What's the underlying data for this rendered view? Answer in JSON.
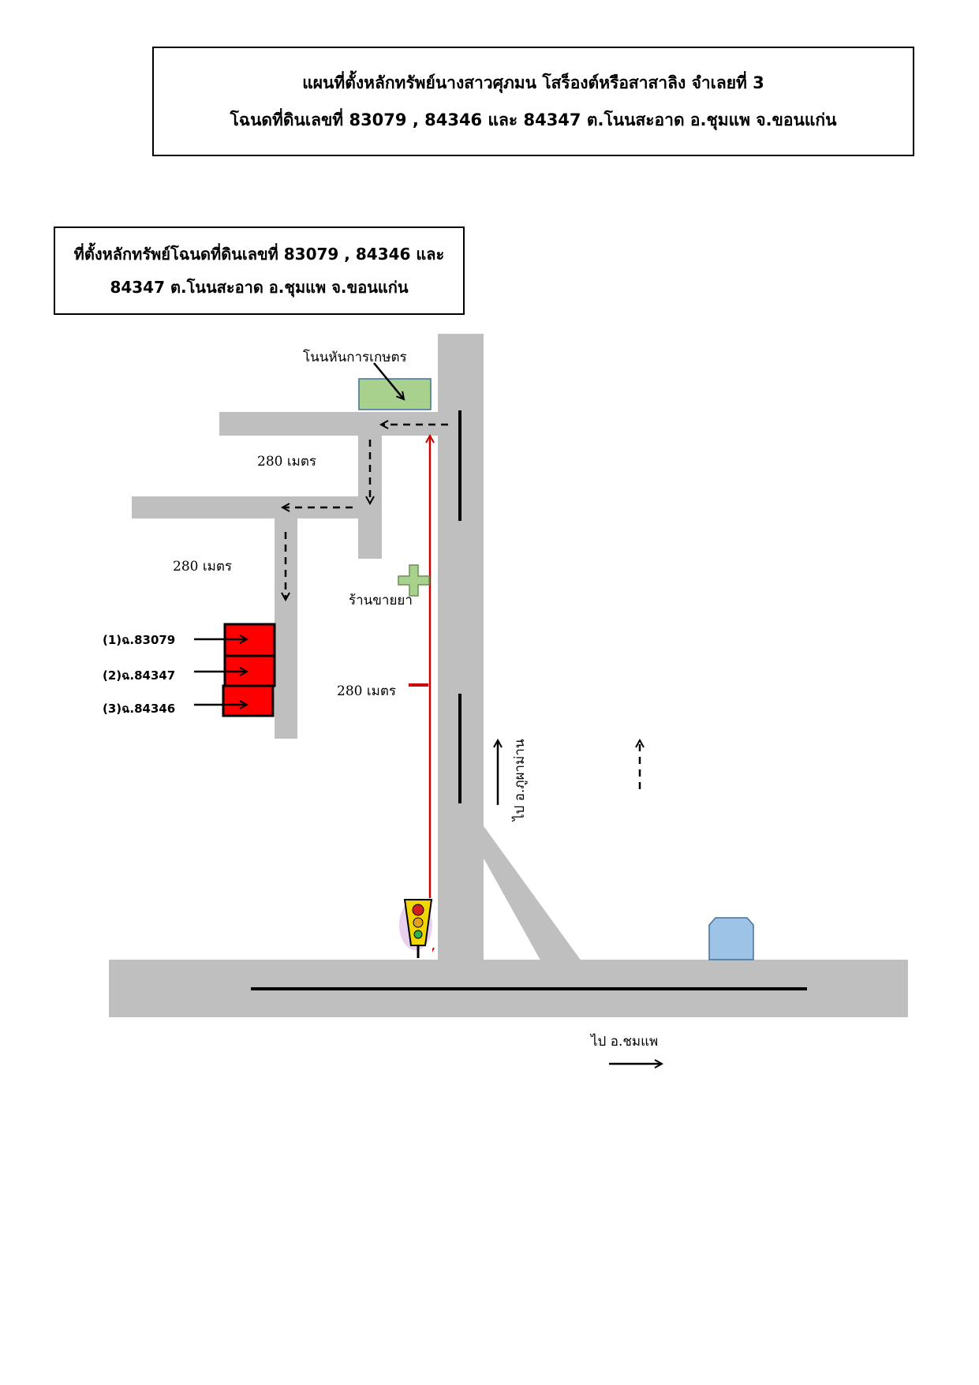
{
  "header": {
    "title_line1": "แผนที่ตั้งหลักทรัพย์นางสาวศุภมน  โสร็องต์หรือสาสาลิง  จำเลยที่  3",
    "title_line2": "โฉนดที่ดินเลขที่ 83079 , 84346 และ 84347  ต.โนนสะอาด  อ.ชุมแพ  จ.ขอนแก่น"
  },
  "location_box": {
    "line1": "ที่ตั้งหลักทรัพย์โฉนดที่ดินเลขที่ 83079 , 84346 และ",
    "line2": "84347  ต.โนนสะอาด  อ.ชุมแพ  จ.ขอนแก่น"
  },
  "landmarks": {
    "market": "โนนหันการเกษตร",
    "pharmacy": "ร้านขายยา"
  },
  "distances": {
    "upper_branch": "280 เมตร",
    "lower_branch": "280 เมตร",
    "main_road": "280 เมตร"
  },
  "parcels": [
    {
      "label": "(1)ฉ.83079"
    },
    {
      "label": "(2)ฉ.84347"
    },
    {
      "label": "(3)ฉ.84346"
    }
  ],
  "directions": {
    "north": "ไป อ.ภูผาม่าน",
    "east": "ไป  อ.ชมแพ"
  },
  "colors": {
    "road": "#bfbfbf",
    "parcel": "#ff0000",
    "route": "#cc0000",
    "market": "#a9d18e",
    "pharmacy_cross": "#a9d18e",
    "building": "#9dc3e6"
  },
  "icons": [
    "traffic-light-icon",
    "pharmacy-cross-icon",
    "building-icon"
  ]
}
